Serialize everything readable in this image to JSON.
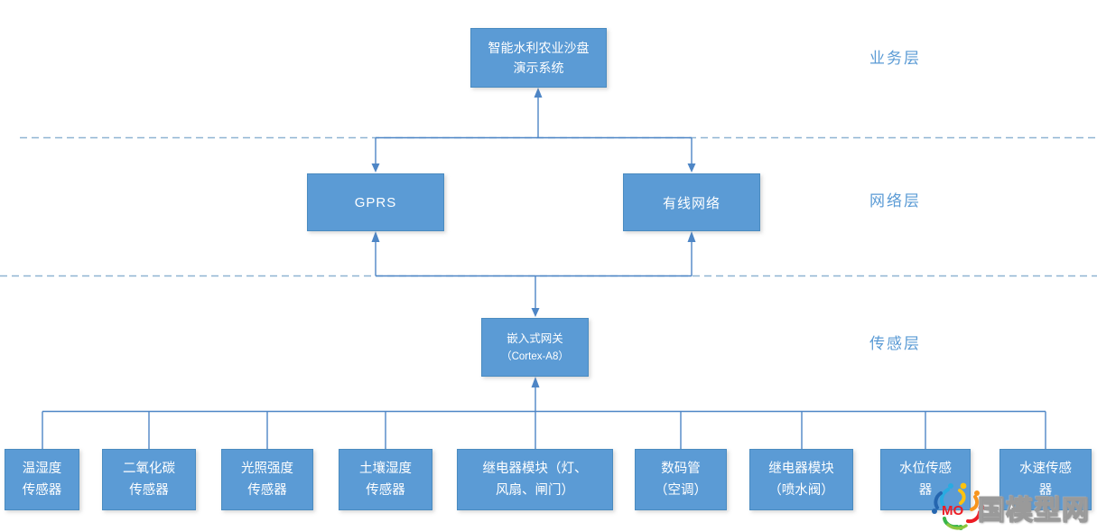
{
  "diagram": {
    "title_node": {
      "line1": "智能水利农业沙盘",
      "line2": "演示系统"
    },
    "layers": [
      {
        "id": "business",
        "label": "业务层"
      },
      {
        "id": "network",
        "label": "网络层"
      },
      {
        "id": "sensing",
        "label": "传感层"
      }
    ],
    "network_nodes": {
      "gprs": {
        "label": "GPRS"
      },
      "wired": {
        "label": "有线网络"
      }
    },
    "gateway_node": {
      "line1": "嵌入式网关",
      "line2": "（Cortex-A8）"
    },
    "sensors": [
      {
        "line1": "温湿度",
        "line2": "传感器"
      },
      {
        "line1": "二氧化碳",
        "line2": "传感器"
      },
      {
        "line1": "光照强度",
        "line2": "传感器"
      },
      {
        "line1": "土壤湿度",
        "line2": "传感器"
      },
      {
        "line1": "继电器模块（灯、",
        "line2": "风扇、闸门）"
      },
      {
        "line1": "数码管",
        "line2": "（空调）"
      },
      {
        "line1": "继电器模块",
        "line2": "（喷水阀）"
      },
      {
        "line1": "水位传感",
        "line2": "器"
      },
      {
        "line1": "水速传感",
        "line2": "器"
      }
    ],
    "colors": {
      "node_fill": "#5B9BD5",
      "node_border": "#4A8BC0",
      "connector": "#4E86C6",
      "dashed_divider": "#8FB4D2",
      "layer_label": "#5B9BD5"
    }
  },
  "watermark": {
    "logo_text": "MO",
    "site_text": "国模型网"
  }
}
